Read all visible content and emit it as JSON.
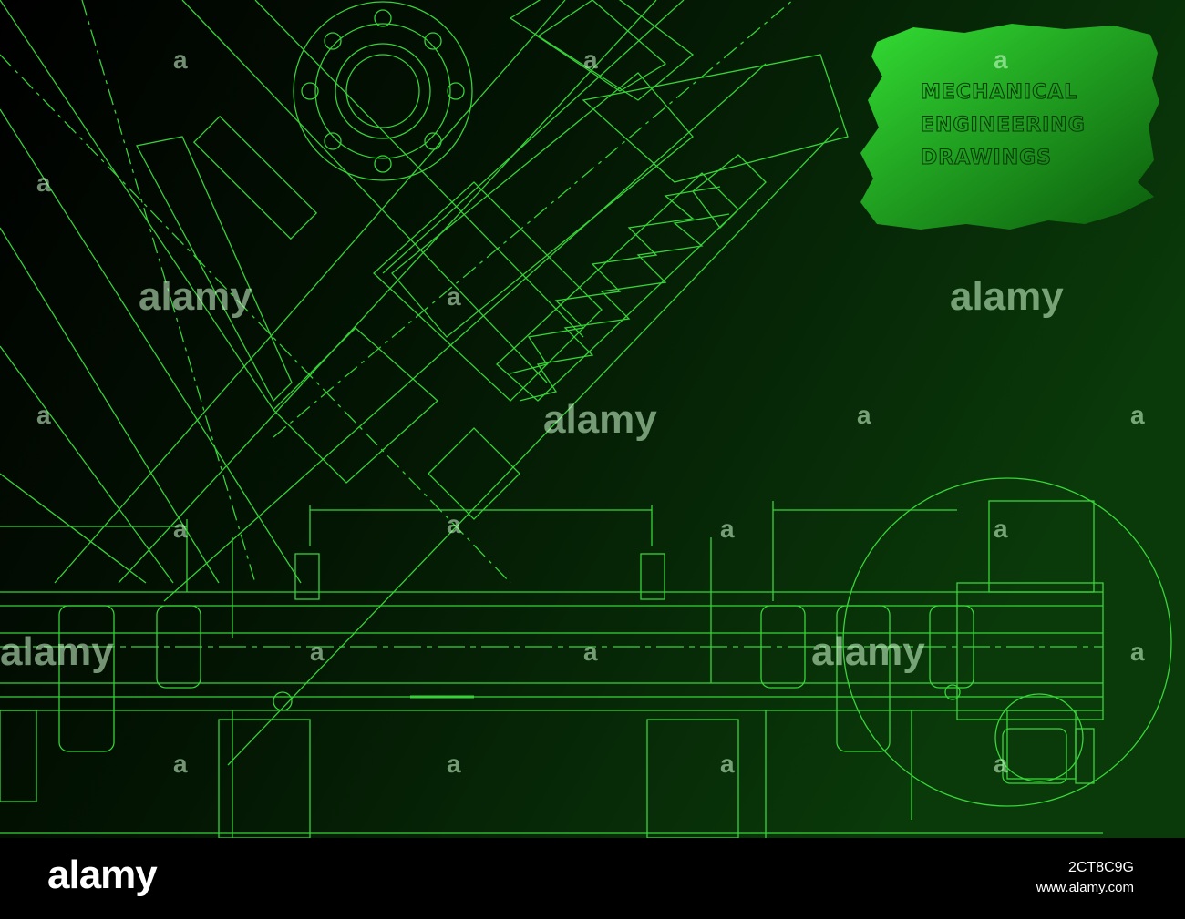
{
  "title": {
    "line1": "MECHANICAL",
    "line2": "ENGINEERING",
    "line3": "DRAWINGS"
  },
  "watermark": {
    "word": "alamy",
    "letter": "a"
  },
  "footer": {
    "logo": "alamy",
    "image_id": "2CT8C9G",
    "url": "www.alamy.com"
  },
  "colors": {
    "background_top": "#000000",
    "background_right": "#0a3a0a",
    "line": "#3ee63e",
    "badge_light": "#33dd33",
    "badge_dark": "#0b5a0b"
  }
}
